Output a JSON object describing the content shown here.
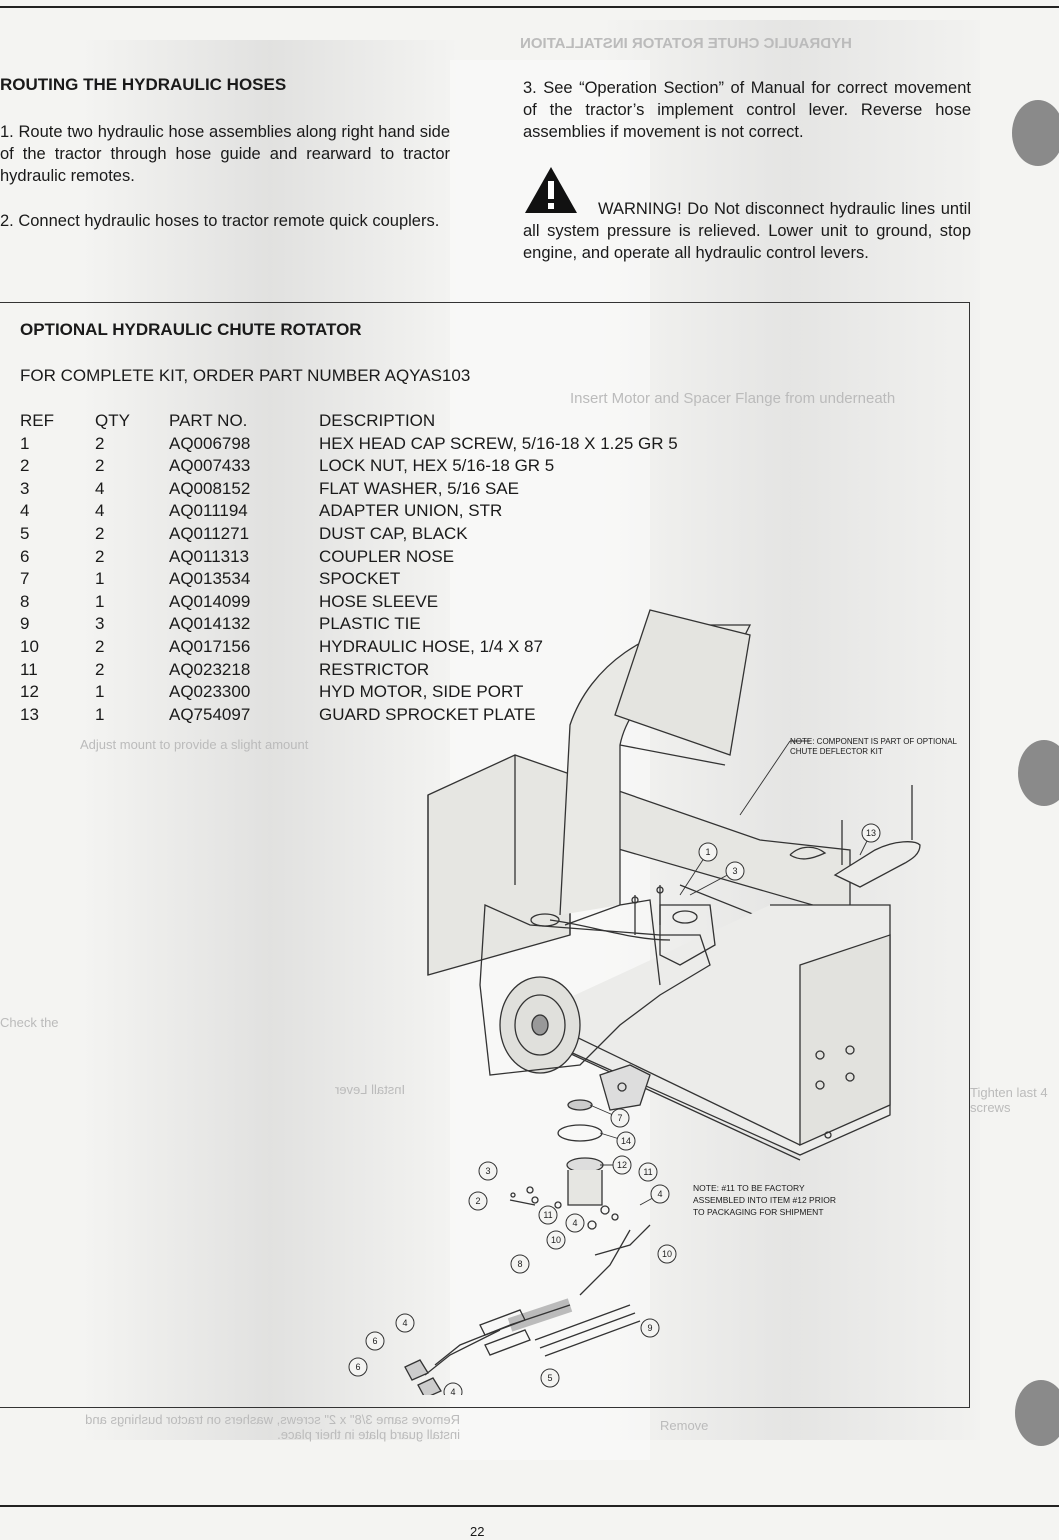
{
  "routing": {
    "heading": "ROUTING THE HYDRAULIC HOSES",
    "step1": "1. Route two hydraulic hose assemblies along right hand side of the tractor through hose guide and rearward to tractor hydraulic remotes.",
    "step2": "2. Connect hydraulic hoses to tractor remote quick couplers.",
    "step3": "3. See “Operation Section” of Manual for correct movement of the tractor’s implement control lever. Reverse hose assemblies if movement is not correct.",
    "warning": "WARNING! Do Not disconnect hydraulic lines until all system pressure is relieved. Lower unit to ground, stop engine, and operate all hydraulic control levers."
  },
  "kit": {
    "title": "OPTIONAL HYDRAULIC CHUTE ROTATOR",
    "order_line": "FOR COMPLETE KIT, ORDER PART NUMBER AQYAS103",
    "headers": [
      "REF",
      "QTY",
      "PART NO.",
      "DESCRIPTION"
    ],
    "rows": [
      [
        "1",
        "2",
        "AQ006798",
        "HEX HEAD CAP SCREW, 5/16-18 X 1.25 GR 5"
      ],
      [
        "2",
        "2",
        "AQ007433",
        "LOCK NUT, HEX 5/16-18 GR 5"
      ],
      [
        "3",
        "4",
        "AQ008152",
        "FLAT WASHER, 5/16 SAE"
      ],
      [
        "4",
        "4",
        "AQ011194",
        "ADAPTER UNION, STR"
      ],
      [
        "5",
        "2",
        "AQ011271",
        "DUST CAP, BLACK"
      ],
      [
        "6",
        "2",
        "AQ011313",
        "COUPLER NOSE"
      ],
      [
        "7",
        "1",
        "AQ013534",
        "SPOCKET"
      ],
      [
        "8",
        "1",
        "AQ014099",
        "HOSE SLEEVE"
      ],
      [
        "9",
        "3",
        "AQ014132",
        "PLASTIC TIE"
      ],
      [
        "10",
        "2",
        "AQ017156",
        "HYDRAULIC HOSE, 1/4 X 87"
      ],
      [
        "11",
        "2",
        "AQ023218",
        "RESTRICTOR"
      ],
      [
        "12",
        "1",
        "AQ023300",
        "HYD MOTOR, SIDE PORT"
      ],
      [
        "13",
        "1",
        "AQ754097",
        "GUARD SPROCKET PLATE"
      ]
    ]
  },
  "notes": {
    "deflector": "NOTE: COMPONENT IS PART OF OPTIONAL CHUTE DEFLECTOR KIT",
    "factory": "NOTE: #11 TO BE FACTORY ASSEMBLED INTO ITEM #12 PRIOR TO PACKAGING FOR SHIPMENT"
  },
  "callouts": [
    "1",
    "3",
    "13",
    "7",
    "14",
    "12",
    "11",
    "4",
    "3",
    "2",
    "11",
    "4",
    "10",
    "10",
    "8",
    "9",
    "4",
    "6",
    "6",
    "5",
    "4"
  ],
  "bleed_through": {
    "header": "HYDRAULIC CHUTE ROTATOR INSTALLATION",
    "line1": "Insert Motor and Spacer Flange from underneath",
    "line2": "Adjust mount to provide a slight amount",
    "line3": "Check the",
    "line4": "Install Lever",
    "line5": "Tighten last 4 screws",
    "line6": "Remove same 3/8\" x 2\" screws, washers on tractor bushings and install guard plate in their place.",
    "line7": "Remove"
  },
  "page_number": "22"
}
